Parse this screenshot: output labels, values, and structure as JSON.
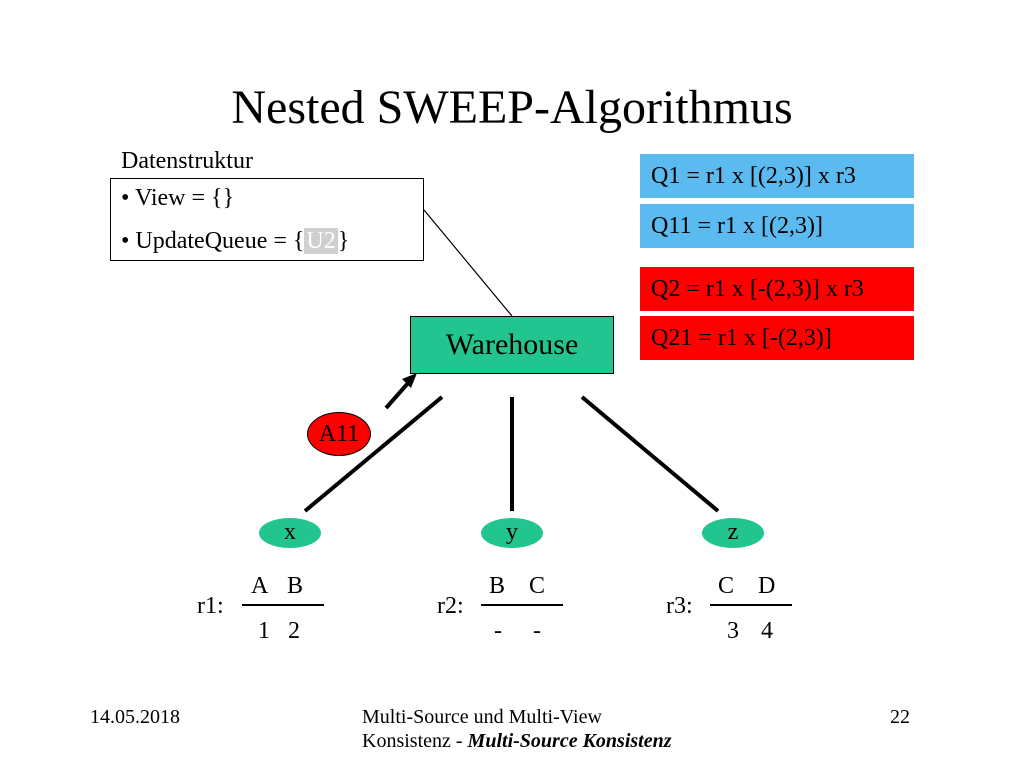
{
  "title": "Nested SWEEP-Algorithmus",
  "datenstruktur": {
    "label": "Datenstruktur",
    "items": [
      "• View = {}"
    ],
    "update_queue_prefix": "• UpdateQueue = {",
    "update_queue_item": "U2",
    "update_queue_suffix": "}"
  },
  "queries": [
    {
      "text": "Q1 = r1 x [(2,3)] x r3",
      "color": "#5bbbf0"
    },
    {
      "text": "Q11 = r1 x [(2,3)]",
      "color": "#5bbbf0"
    },
    {
      "text": "Q2 = r1 x [-(2,3)] x r3",
      "color": "#ff0000"
    },
    {
      "text": "Q21 = r1 x [-(2,3)]",
      "color": "#ff0000"
    }
  ],
  "warehouse": {
    "label": "Warehouse",
    "color": "#22c590"
  },
  "answer": {
    "label": "A11",
    "color": "#ff0000"
  },
  "sources": [
    {
      "label": "x"
    },
    {
      "label": "y"
    },
    {
      "label": "z"
    }
  ],
  "relations": [
    {
      "name": "r1:",
      "cols": [
        "A",
        "B"
      ],
      "vals": [
        "1",
        "2"
      ]
    },
    {
      "name": "r2:",
      "cols": [
        "B",
        "C"
      ],
      "vals": [
        "-",
        "-"
      ]
    },
    {
      "name": "r3:",
      "cols": [
        "C",
        "D"
      ],
      "vals": [
        "3",
        "4"
      ]
    }
  ],
  "footer": {
    "date": "14.05.2018",
    "center_line1": "Multi-Source und Multi-View",
    "center_line2_prefix": "Konsistenz - ",
    "center_line2_em": "Multi-Source Konsistenz",
    "page": "22"
  }
}
